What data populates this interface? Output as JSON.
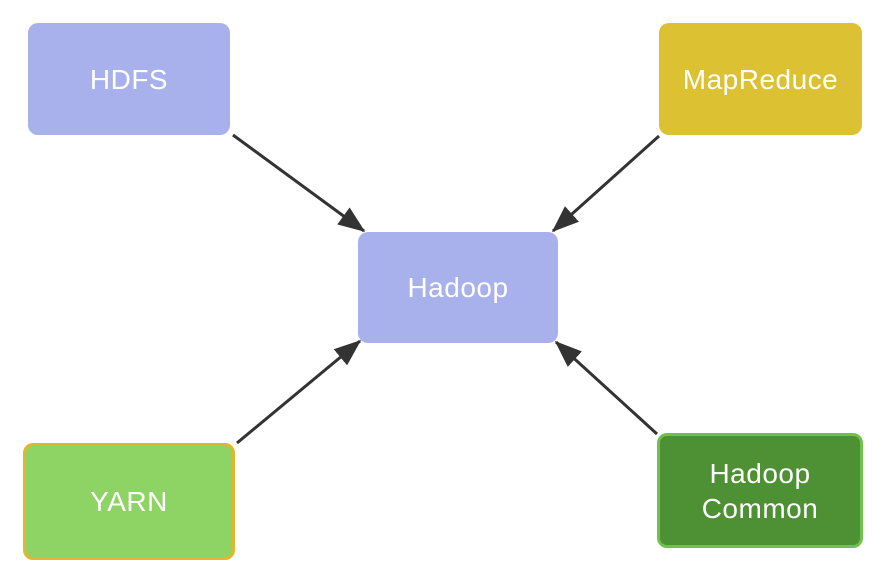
{
  "diagram": {
    "nodes": [
      {
        "id": "hdfs",
        "label": "HDFS",
        "fill": "#a9b1ec"
      },
      {
        "id": "mapreduce",
        "label": "MapReduce",
        "fill": "#dcc233"
      },
      {
        "id": "hadoop",
        "label": "Hadoop",
        "fill": "#a9b1ec"
      },
      {
        "id": "yarn",
        "label": "YARN",
        "fill": "#8ed464",
        "border": "#e3b62e"
      },
      {
        "id": "hadoop-common",
        "label": "Hadoop Common",
        "fill": "#4d9134",
        "border": "#6fc24b"
      }
    ],
    "edges": [
      {
        "from": "HDFS",
        "to": "Hadoop"
      },
      {
        "from": "MapReduce",
        "to": "Hadoop"
      },
      {
        "from": "YARN",
        "to": "Hadoop"
      },
      {
        "from": "Hadoop Common",
        "to": "Hadoop"
      }
    ],
    "arrow_color": "#333333",
    "text_color": "#ffffff",
    "background_color": "#ffffff"
  }
}
